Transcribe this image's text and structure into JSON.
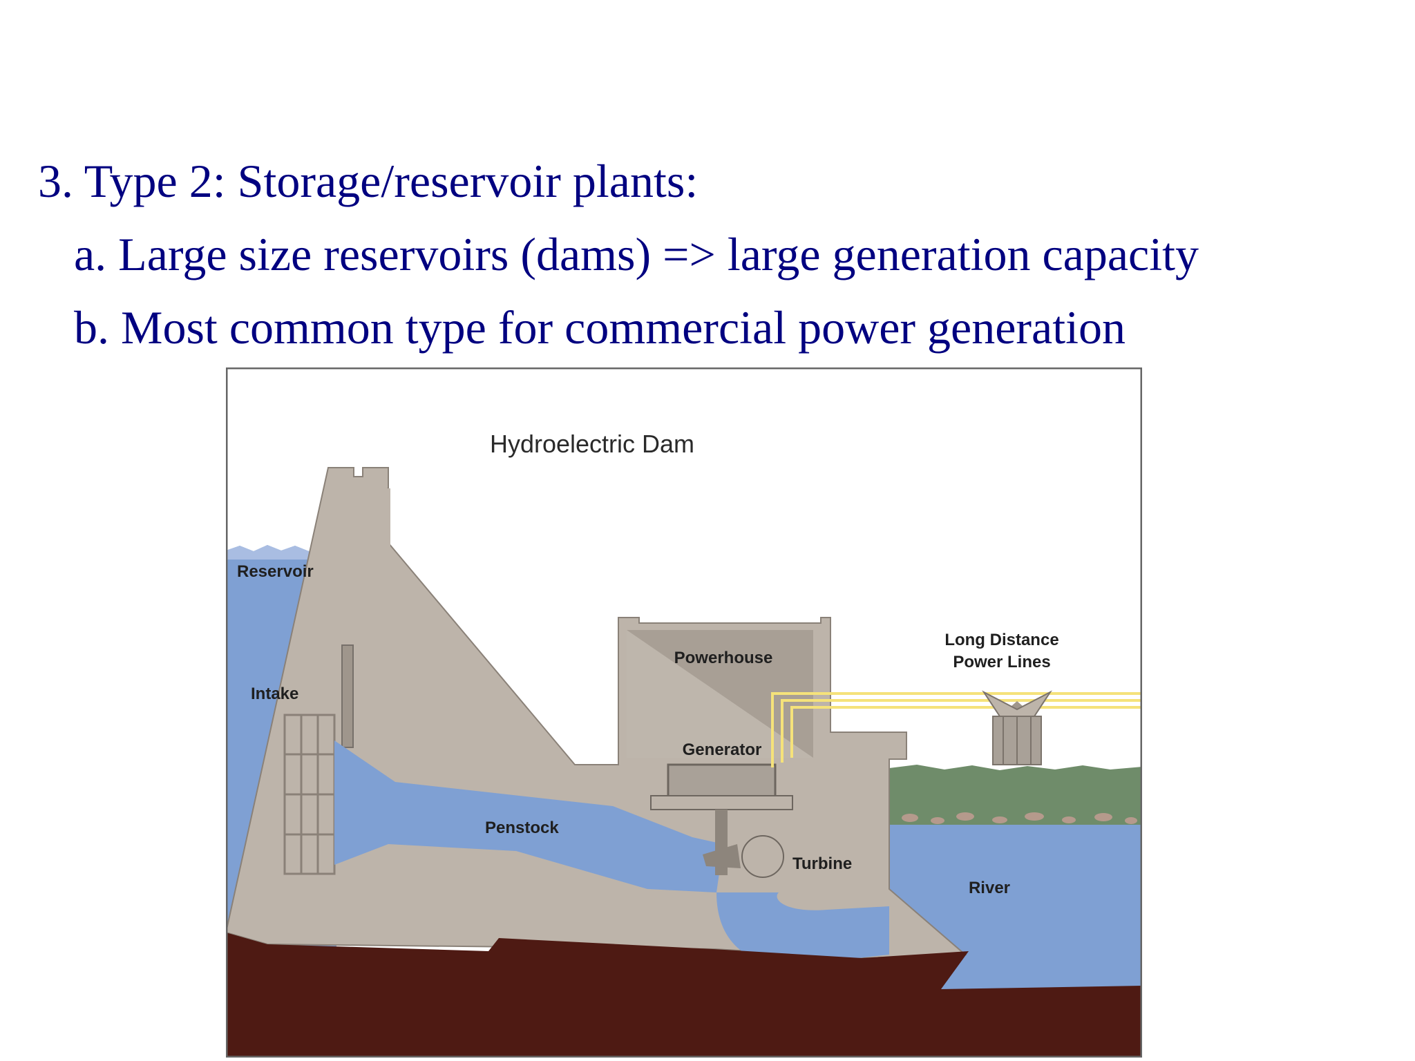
{
  "slide": {
    "heading": "3.  Type 2: Storage/reservoir plants:",
    "points": [
      "a. Large size reservoirs (dams) => large generation capacity",
      "b. Most common type for commercial power generation"
    ]
  },
  "diagram": {
    "title": "Hydroelectric Dam",
    "labels": {
      "reservoir": "Reservoir",
      "intake": "Intake",
      "powerhouse": "Powerhouse",
      "generator": "Generator",
      "penstock": "Penstock",
      "turbine": "Turbine",
      "river": "River",
      "power_lines_1": "Long Distance",
      "power_lines_2": "Power Lines"
    },
    "colors": {
      "water": "#7fa0d3",
      "concrete": "#bdb4aa",
      "bedrock": "#4e1a13",
      "powerhouse_interior": "#a89f95",
      "vegetation": "#6f8c6a",
      "power_lines": "#f5e27a",
      "text": "#000080"
    }
  }
}
